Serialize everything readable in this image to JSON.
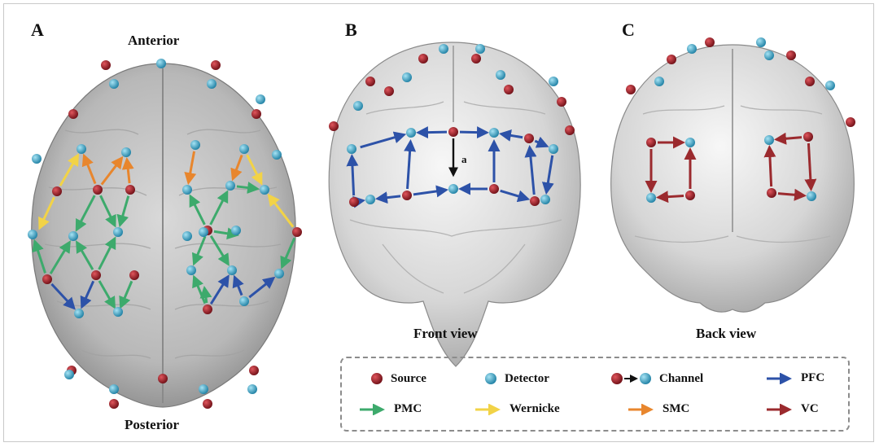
{
  "panels": {
    "a": {
      "letter": "A",
      "anterior": "Anterior",
      "posterior": "Posterior"
    },
    "b": {
      "letter": "B",
      "view": "Front view",
      "channel_label": "a"
    },
    "c": {
      "letter": "C",
      "view": "Back view"
    }
  },
  "colors": {
    "source": "#8b1a22",
    "detector": "#3fa7c9",
    "pfc": "#2d52a8",
    "pmc": "#3daa6c",
    "wernicke": "#f2d347",
    "smc": "#e8862d",
    "vc": "#9b2a2e",
    "channel_example": "#111111"
  },
  "legend": {
    "source": "Source",
    "detector": "Detector",
    "channel": "Channel",
    "pfc": "PFC",
    "pmc": "PMC",
    "wernicke": "Wernicke",
    "smc": "SMC",
    "vc": "VC"
  }
}
